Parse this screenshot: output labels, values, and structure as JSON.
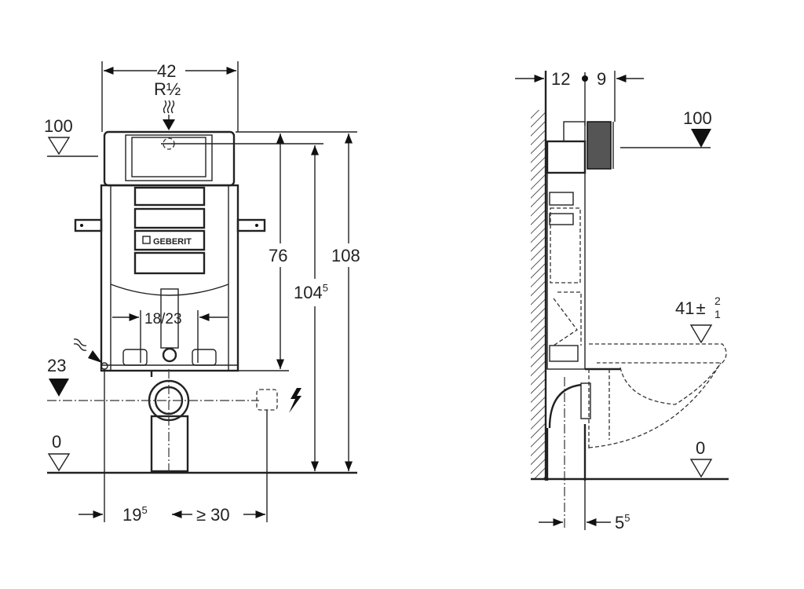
{
  "front_view": {
    "width_label": "42",
    "connection_label": "R½",
    "brand_logo": "GEBERIT",
    "level_top": "100",
    "level_mid": "23",
    "level_floor": "0",
    "height_76": "76",
    "height_104": "104",
    "height_104_sup": "5",
    "height_108": "108",
    "bracket_spacing": "18/23",
    "offset_19": "19",
    "offset_19_sup": "5",
    "min_distance": "≥ 30",
    "icons": [
      "water-supply-icon",
      "electrical-icon",
      "level-marker-icon"
    ]
  },
  "side_view": {
    "depth_12": "12",
    "depth_9": "9",
    "level_top": "100",
    "seat_height": "41",
    "seat_tol_plus": "2",
    "seat_tol_minus": "1",
    "seat_tol_sign": "±",
    "level_floor": "0",
    "offset_5": "5",
    "offset_5_sup": "5"
  }
}
